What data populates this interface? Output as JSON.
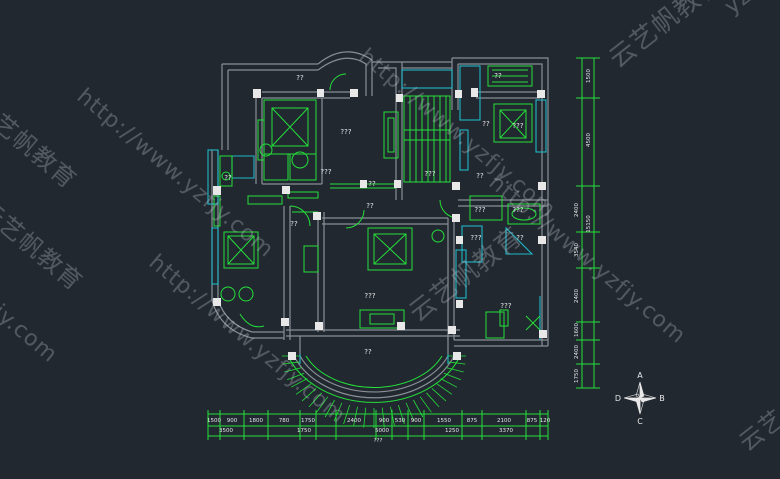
{
  "colors": {
    "background": "#212830",
    "wall": "#8a8f96",
    "green": "#25e03a",
    "cyan": "#1fb8c8",
    "white": "#e8e8e8",
    "watermark": "#c8cdd4"
  },
  "rooms": [
    {
      "label": "??"
    },
    {
      "label": "???"
    },
    {
      "label": "???"
    },
    {
      "label": "??"
    },
    {
      "label": "???"
    },
    {
      "label": "??"
    },
    {
      "label": "??"
    },
    {
      "label": "???"
    },
    {
      "label": "??"
    },
    {
      "label": "???"
    },
    {
      "label": "???"
    },
    {
      "label": "???"
    },
    {
      "label": "??"
    },
    {
      "label": "???"
    },
    {
      "label": "??"
    },
    {
      "label": "??"
    },
    {
      "label": "??"
    },
    {
      "label": "???"
    },
    {
      "label": "??"
    }
  ],
  "dimensions": {
    "bottom_top": [
      "1500",
      "900",
      "1800",
      "780",
      "1750",
      "2400",
      "900",
      "530",
      "900",
      "1550",
      "875",
      "2100",
      "875",
      "120"
    ],
    "bottom_bottom": [
      "3500",
      "1750",
      "5000",
      "1250",
      "3370"
    ],
    "bottom_total": "???",
    "right_outer": [
      "1500",
      "4500",
      "2400",
      "3540",
      "2400",
      "1600",
      "2400",
      "1750"
    ],
    "right_total": "15150"
  },
  "compass": {
    "north": "A",
    "south": "C",
    "east": "B",
    "west": "D"
  },
  "watermarks": [
    {
      "text": "http://www.yzfjy.com"
    },
    {
      "text": "云艺帆教育"
    },
    {
      "text": "http://www.yzfjy.com"
    },
    {
      "text": "云艺帆教育"
    },
    {
      "text": "http://www.yzfjy.com"
    },
    {
      "text": "云艺帆教育"
    },
    {
      "text": "http://www.yzfjy.com"
    },
    {
      "text": "yzfjy"
    },
    {
      "text": "云艺帆教育"
    },
    {
      "text": "jy.com"
    },
    {
      "text": "云艺"
    }
  ]
}
